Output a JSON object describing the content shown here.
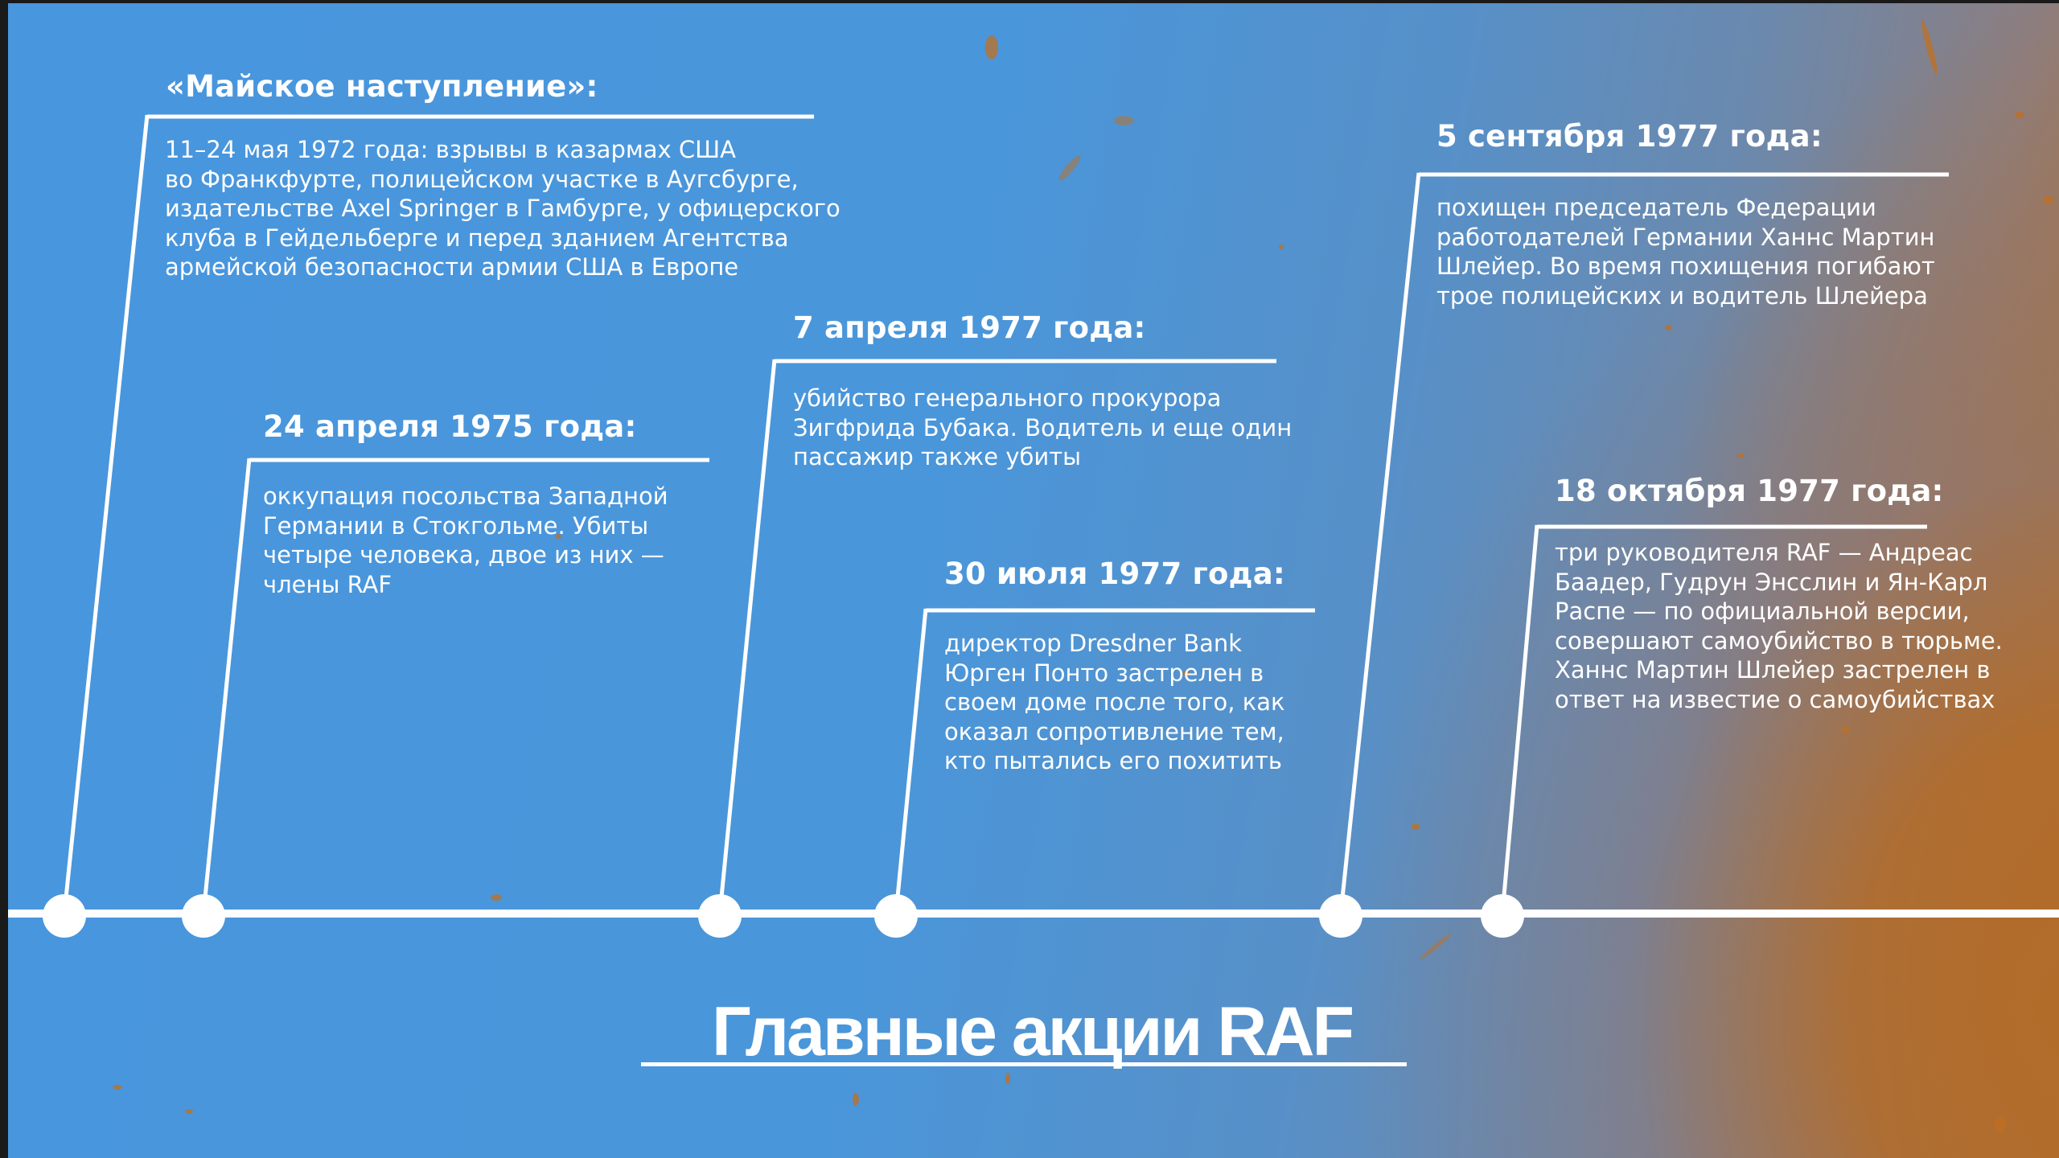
{
  "slide": {
    "title": "Главные акции RAF",
    "colors": {
      "background_blue": "#4a96da",
      "background_orange": "#b06e2e",
      "foreground": "#ffffff",
      "frame": "#1a1a1a"
    }
  },
  "events": [
    {
      "title": "«Майское наступление»:",
      "body": "11–24 мая 1972 года: взрывы в казармах США\nво Франкфурте, полицейском участке в Аугсбурге,\nиздательстве Axel Springer в Гамбурге, у офицерского\nклуба в Гейдельберге и перед зданием Агентства\nармейской безопасности армии США в Европе"
    },
    {
      "title": "24 апреля 1975 года:",
      "body": "оккупация посольства Западной\nГермании в Стокгольме. Убиты\nчетыре человека, двое из них —\nчлены RAF"
    },
    {
      "title": "7 апреля 1977 года:",
      "body": "убийство генерального прокурора\nЗигфрида Бубака. Водитель и еще один\nпассажир также убиты"
    },
    {
      "title": "30 июля 1977 года:",
      "body": "директор Dresdner Bank\nЮрген Понто застрелен в\nсвоем доме после того, как\nоказал сопротивление тем,\nкто пытались его похитить"
    },
    {
      "title": "5 сентября 1977 года:",
      "body": "похищен председатель Федерации\nработодателей Германии Ханнс Мартин\nШлейер. Во время похищения погибают\nтрое полицейских и водитель Шлейера"
    },
    {
      "title": "18 октября 1977 года:",
      "body": "три руководителя RAF — Андреас\nБаадер, Гудрун Энсслин и Ян-Карл\nРаспе — по официальной версии,\nсовершают самоубийство в тюрьме.\nХаннс Мартин Шлейер застрелен в\nответ на известие о самоубийствах"
    }
  ]
}
